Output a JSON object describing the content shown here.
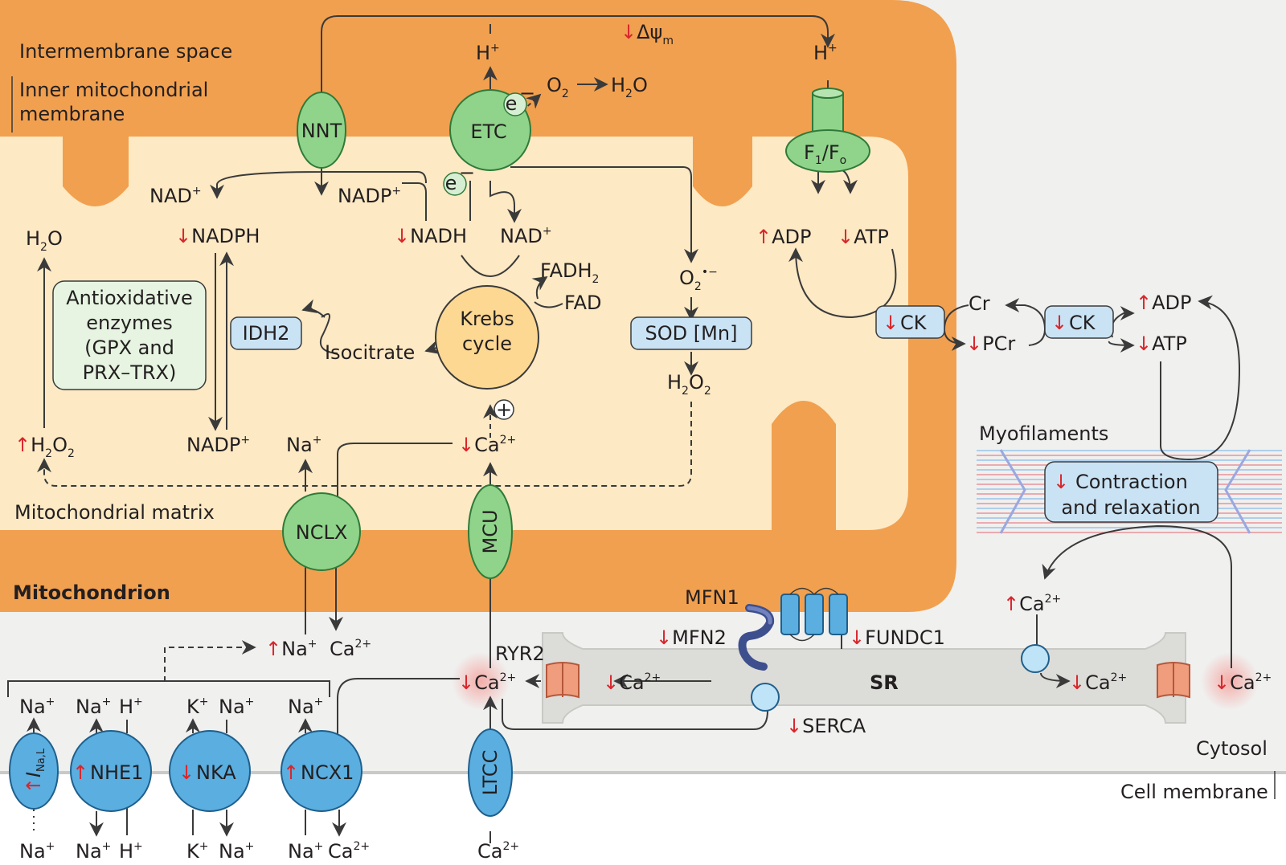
{
  "regions": {
    "intermembrane_space": "Intermembrane space",
    "inner_membrane_line1": "Inner mitochondrial",
    "inner_membrane_line2": "membrane",
    "matrix": "Mitochondrial matrix",
    "mitochondrion": "Mitochondrion",
    "cytosol": "Cytosol",
    "cell_membrane": "Cell membrane",
    "sr": "SR",
    "myofilaments": "Myofilaments"
  },
  "proteins": {
    "nnt": "NNT",
    "etc": "ETC",
    "f1fo": {
      "f": "F",
      "sub1": "1",
      "slash": "/F",
      "subo": "o"
    },
    "nclx": "NCLX",
    "mcu": "MCU",
    "idh2": "IDH2",
    "sod": "SOD [Mn]",
    "ck_mito": "CK",
    "ck_cyto": "CK",
    "nhe1": "NHE1",
    "nka": "NKA",
    "ncx1": "NCX1",
    "ltcc": "LTCC",
    "ina": {
      "main": "I",
      "sub": "Na,L"
    },
    "ryr2": "RYR2",
    "serca": "SERCA",
    "mfn1": "MFN1",
    "mfn2": "MFN2",
    "fundc1": "FUNDC1"
  },
  "symbols": {
    "up": "↑",
    "down": "↓",
    "delta_psi": "Δψ",
    "delta_psi_sub": "m",
    "plus": "+",
    "electron": "e",
    "minus": "−"
  },
  "metabolites": {
    "h": "H",
    "plus_sup": "+",
    "o2": "O",
    "two": "2",
    "h2o_h": "H",
    "h2o_o": "O",
    "nad": "NAD",
    "nadp": "NADP",
    "nadph": "NADPH",
    "nadh": "NADH",
    "fadh": "FADH",
    "fad": "FAD",
    "isocitrate": "Isocitrate",
    "krebs_line1": "Krebs",
    "krebs_line2": "cycle",
    "superoxide_sup": "•−",
    "ca": "Ca",
    "ca_sup": "2+",
    "na": "Na",
    "k": "K",
    "adp": "ADP",
    "atp": "ATP",
    "cr": "Cr",
    "pcr": "PCr"
  },
  "boxes": {
    "antiox_line1": "Antioxidative",
    "antiox_line2": "enzymes",
    "antiox_line3": "(GPX and",
    "antiox_line4": "PRX–TRX)",
    "contraction_line1": "Contraction",
    "contraction_line2": "and relaxation"
  },
  "colors": {
    "mito_outer": "#f1a04f",
    "matrix": "#fde9c4",
    "cytosol": "#f0f0ef",
    "green_protein": "#8fd48a",
    "blue_protein": "#5aaee0",
    "light_blue_box": "#c9e3f5",
    "krebs": "#fdd892",
    "sr": "#dcdcd8",
    "red": "#d8262b"
  }
}
